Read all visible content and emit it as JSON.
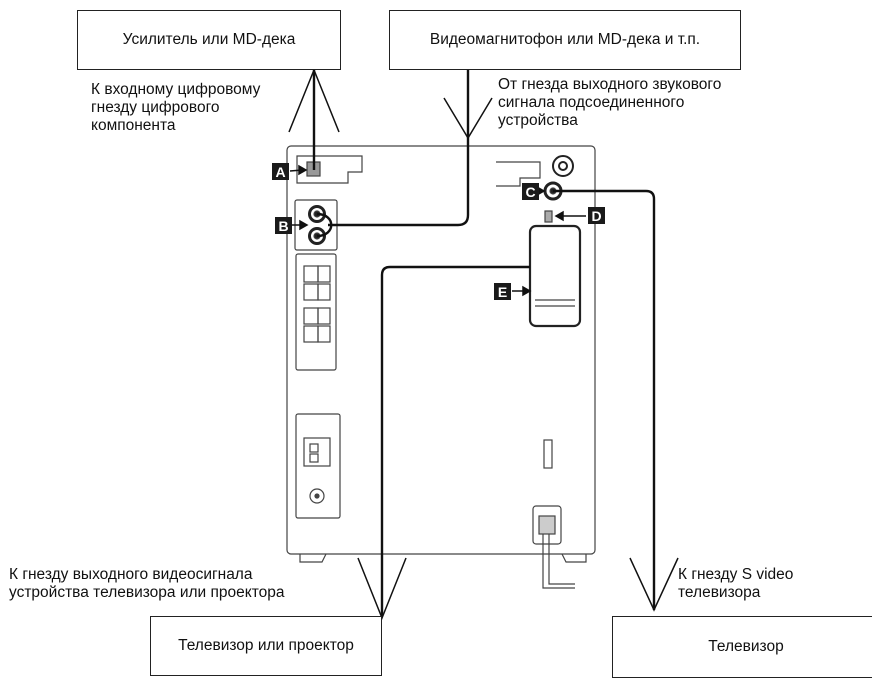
{
  "boxes": {
    "amplifier": "Усилитель или MD-дека",
    "vcr": "Видеомагнитофон или MD-дека и т.п.",
    "tv_projector": "Телевизор или проектор",
    "tv": "Телевизор"
  },
  "notes": {
    "digital_input": "К входному цифровому\nгнезду цифрового\nкомпонента",
    "audio_output": "От гнезда выходного звукового\nсигнала подсоединенного\nустройства",
    "video_output": "К гнезду выходного видеосигнала\nустройства телевизора или проектора",
    "s_video": "К гнезду S video\nтелевизора"
  },
  "tags": {
    "a": "A",
    "b": "B",
    "c": "C",
    "d": "D",
    "e": "E"
  }
}
